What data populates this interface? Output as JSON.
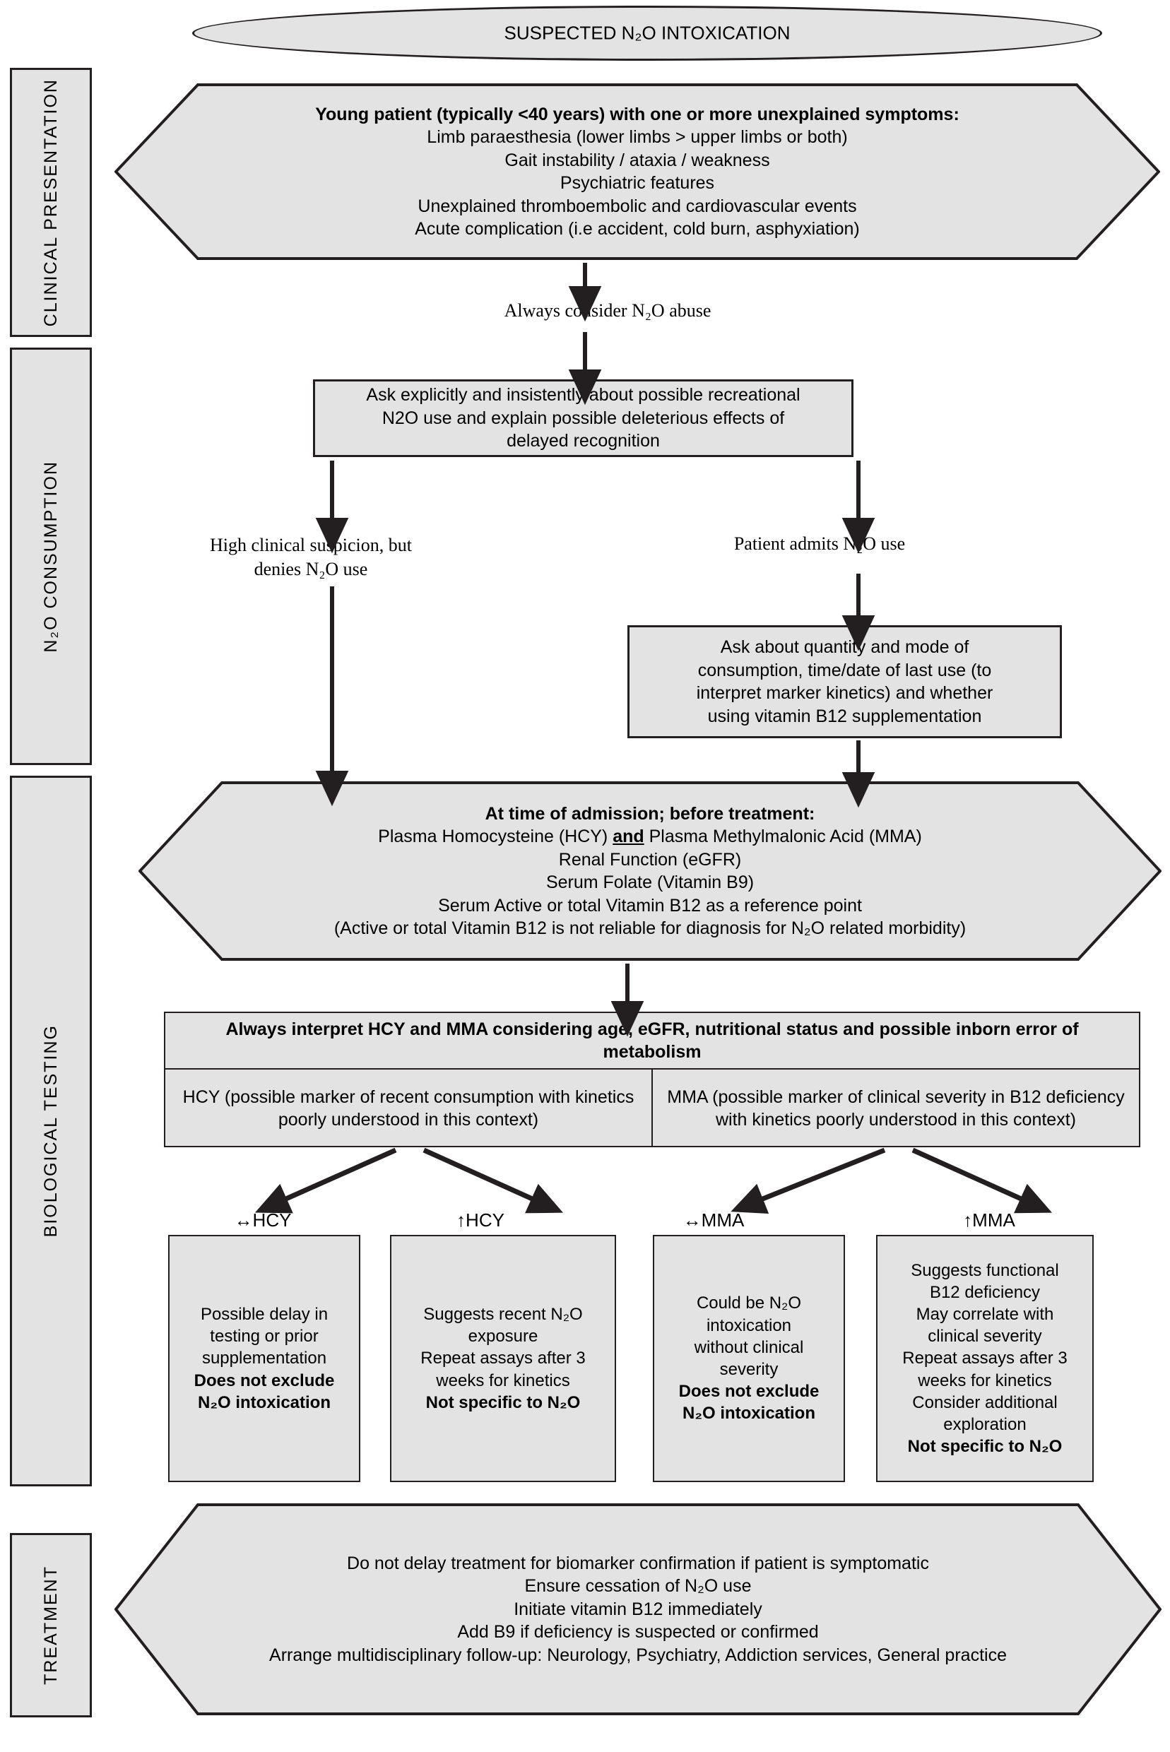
{
  "diagram": {
    "title": "Suspected N2O intoxication clinical algorithm",
    "colors": {
      "fill": "#e3e3e3",
      "stroke": "#231f20",
      "background": "#ffffff"
    }
  },
  "rails": [
    {
      "id": "clinical-presentation",
      "label": "CLINICAL PRESENTATION"
    },
    {
      "id": "n2o-consumption",
      "label": "N₂O CONSUMPTION"
    },
    {
      "id": "biological-testing",
      "label": "BIOLOGICAL TESTING"
    },
    {
      "id": "treatment",
      "label": "TREATMENT"
    }
  ],
  "start": {
    "label": "SUSPECTED N₂O INTOXICATION"
  },
  "clinical_presentation": {
    "heading": "Young patient (typically <40 years) with one or more unexplained symptoms:",
    "lines": [
      "Limb paraesthesia (lower limbs > upper limbs or both)",
      "Gait instability / ataxia / weakness",
      "Psychiatric features",
      "Unexplained thromboembolic and cardiovascular events",
      "Acute complication (i.e accident, cold burn, asphyxiation)"
    ]
  },
  "always_consider": {
    "label": "Always consider N₂O abuse"
  },
  "ask_explicitly": {
    "lines": [
      "Ask explicitly and insistently about possible recreational",
      "N2O use and explain possible deleterious effects of",
      "delayed recognition"
    ]
  },
  "branch_left": {
    "lines": [
      "High clinical suspicion, but",
      "denies N₂O use"
    ]
  },
  "branch_right": {
    "label": "Patient admits N₂O use"
  },
  "ask_quantity": {
    "lines": [
      "Ask about quantity and mode of",
      "consumption, time/date of last use (to",
      "interpret marker kinetics)  and whether",
      "using vitamin B12 supplementation"
    ]
  },
  "biological_testing": {
    "heading_bold": "At time of admission; before treatment",
    "heading_tail": ":",
    "lines": [
      {
        "pre": "Plasma Homocysteine (HCY) ",
        "em": "and",
        "post": " Plasma Methylmalonic Acid (MMA)"
      },
      {
        "pre": "Renal Function (eGFR)",
        "em": "",
        "post": ""
      },
      {
        "pre": "Serum Folate (Vitamin B9)",
        "em": "",
        "post": ""
      },
      {
        "pre": "Serum Active or total Vitamin B12 as a reference point",
        "em": "",
        "post": ""
      },
      {
        "pre": "(Active or total Vitamin B12 is not reliable for diagnosis for N₂O related morbidity)",
        "em": "",
        "post": ""
      }
    ]
  },
  "interpret": {
    "header": "Always interpret HCY and MMA considering age, eGFR, nutritional status and possible inborn error of metabolism",
    "hcy_cell": "HCY (possible marker of recent consumption with kinetics poorly understood in this context)",
    "mma_cell": "MMA (possible marker of clinical severity in B12 deficiency with kinetics poorly understood in this context)"
  },
  "outcome_labels": [
    {
      "id": "hcy-normal",
      "label": "↔HCY"
    },
    {
      "id": "hcy-high",
      "label": "↑HCY"
    },
    {
      "id": "mma-normal",
      "label": "↔MMA"
    },
    {
      "id": "mma-high",
      "label": "↑MMA"
    }
  ],
  "outcomes": [
    {
      "id": "hcy-normal-box",
      "lines": [
        {
          "text": "Possible delay in",
          "bold": false
        },
        {
          "text": "testing or prior",
          "bold": false
        },
        {
          "text": "supplementation",
          "bold": false
        },
        {
          "text": "Does not exclude",
          "bold": true
        },
        {
          "text": "N₂O intoxication",
          "bold": true
        }
      ]
    },
    {
      "id": "hcy-high-box",
      "lines": [
        {
          "text": "Suggests recent N₂O",
          "bold": false
        },
        {
          "text": "exposure",
          "bold": false
        },
        {
          "text": "Repeat assays after 3",
          "bold": false
        },
        {
          "text": "weeks for kinetics",
          "bold": false
        },
        {
          "text": "Not specific to N₂O",
          "bold": true
        }
      ]
    },
    {
      "id": "mma-normal-box",
      "lines": [
        {
          "text": "Could be N₂O",
          "bold": false
        },
        {
          "text": "intoxication",
          "bold": false
        },
        {
          "text": "without clinical",
          "bold": false
        },
        {
          "text": "severity",
          "bold": false
        },
        {
          "text": "Does not exclude",
          "bold": true
        },
        {
          "text": "N₂O intoxication",
          "bold": true
        }
      ]
    },
    {
      "id": "mma-high-box",
      "lines": [
        {
          "text": "Suggests functional",
          "bold": false
        },
        {
          "text": "B12 deficiency",
          "bold": false
        },
        {
          "text": "May correlate with",
          "bold": false
        },
        {
          "text": "clinical severity",
          "bold": false
        },
        {
          "text": "Repeat assays after 3",
          "bold": false
        },
        {
          "text": "weeks for kinetics",
          "bold": false
        },
        {
          "text": "Consider additional",
          "bold": false
        },
        {
          "text": "exploration",
          "bold": false
        },
        {
          "text": "Not specific to N₂O",
          "bold": true
        }
      ]
    }
  ],
  "treatment": {
    "lines": [
      "Do not delay treatment for biomarker confirmation if patient is symptomatic",
      "Ensure cessation of N₂O use",
      "Initiate vitamin B12 immediately",
      "Add B9 if deficiency is suspected or confirmed",
      "Arrange multidisciplinary follow-up: Neurology, Psychiatry, Addiction services, General practice"
    ]
  }
}
